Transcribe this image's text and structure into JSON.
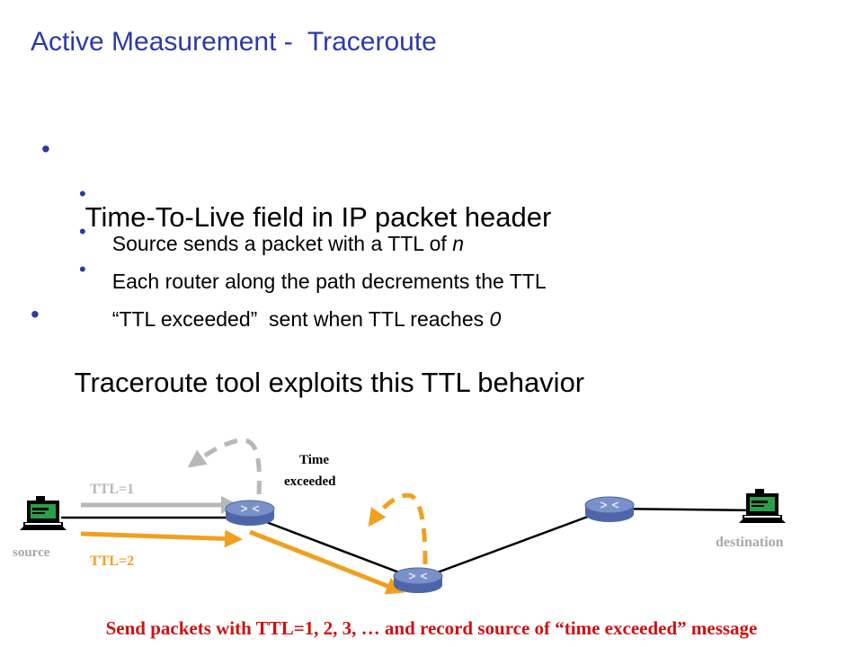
{
  "slide": {
    "title": "Active Measurement -  Traceroute",
    "bullet1": {
      "text": "Time-To-Live field in IP packet header",
      "sub_prefix": [
        "Source sends a packet with a TTL of ",
        "Each router along the path decrements the TTL",
        "“TTL exceeded”  sent when TTL reaches "
      ],
      "sub_italic": [
        "n",
        "",
        "0"
      ]
    },
    "bullet2": {
      "text": "Traceroute tool exploits this TTL behavior"
    },
    "bullet_char": "•"
  },
  "diagram": {
    "source_label": "source",
    "destination_label": "destination",
    "ttl1_label": "TTL=1",
    "ttl2_label": "TTL=2",
    "time_exceeded_line1": "Time",
    "time_exceeded_line2": "exceeded",
    "colors": {
      "ttl1": "#b8b8b8",
      "ttl2": "#f0a020",
      "link": "#000000",
      "router": "#6f86c0",
      "node_label": "#a8a8a8"
    }
  },
  "footer": "Send packets with TTL=1, 2, 3, … and record source of “time exceeded” message"
}
